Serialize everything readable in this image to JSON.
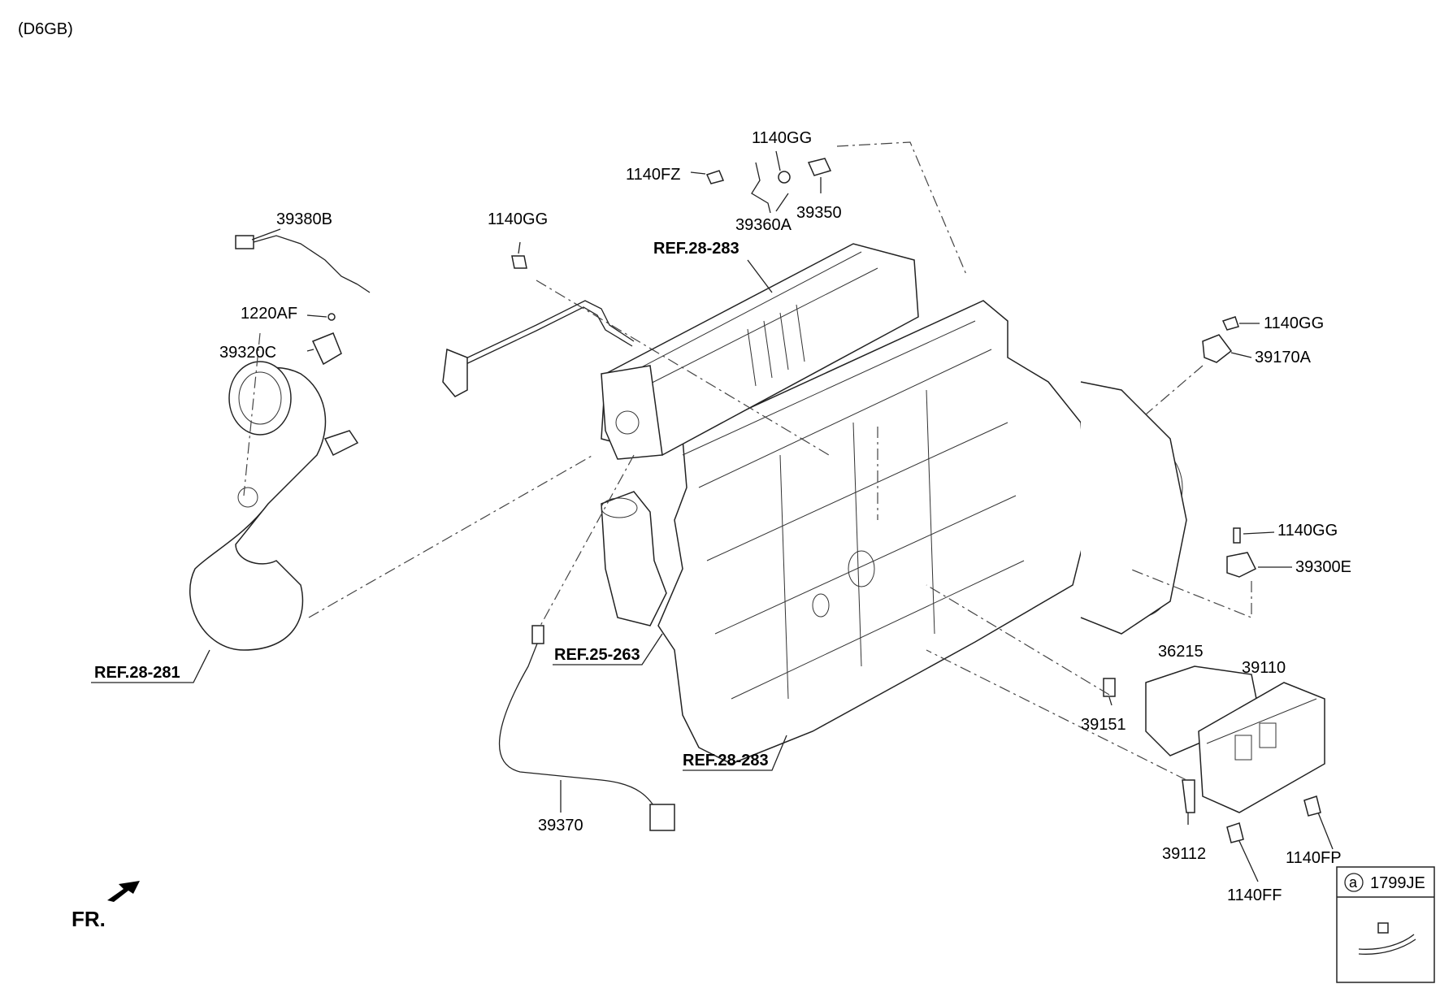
{
  "engine_code": "(D6GB)",
  "front_label": "FR.",
  "part_numbers": {
    "p1140FZ": "1140FZ",
    "p1140GG_top": "1140GG",
    "p39360A": "39360A",
    "p39350": "39350",
    "p39380B": "39380B",
    "p1140GG_left": "1140GG",
    "p1220AF": "1220AF",
    "p39320C": "39320C",
    "p1140GG_r1": "1140GG",
    "p39170A": "39170A",
    "p1140GG_r2": "1140GG",
    "p39300E": "39300E",
    "p36215": "36215",
    "p39110": "39110",
    "p39151": "39151",
    "p39112": "39112",
    "p1140FP": "1140FP",
    "p1140FF": "1140FF",
    "p39370": "39370"
  },
  "references": {
    "ref_egr_top": "REF.28-283",
    "ref_intake": "REF.28-281",
    "ref_oil": "REF.25-263",
    "ref_egr_bottom": "REF.28-283"
  },
  "inset": {
    "marker": "a",
    "part_number": "1799JE"
  }
}
